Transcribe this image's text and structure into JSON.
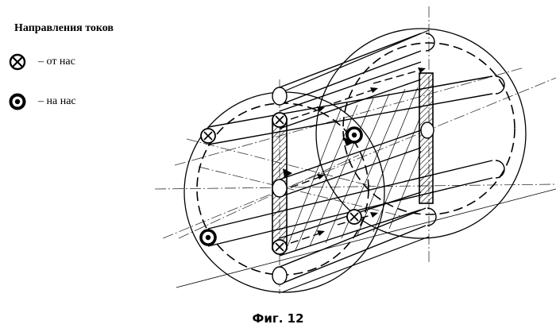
{
  "legend": {
    "title": "Направления токов",
    "items": [
      {
        "symbol": "cross-circle-icon",
        "label": "– от нас"
      },
      {
        "symbol": "dot-circle-icon",
        "label": "– на нас"
      }
    ]
  },
  "caption": "Фиг. 12"
}
